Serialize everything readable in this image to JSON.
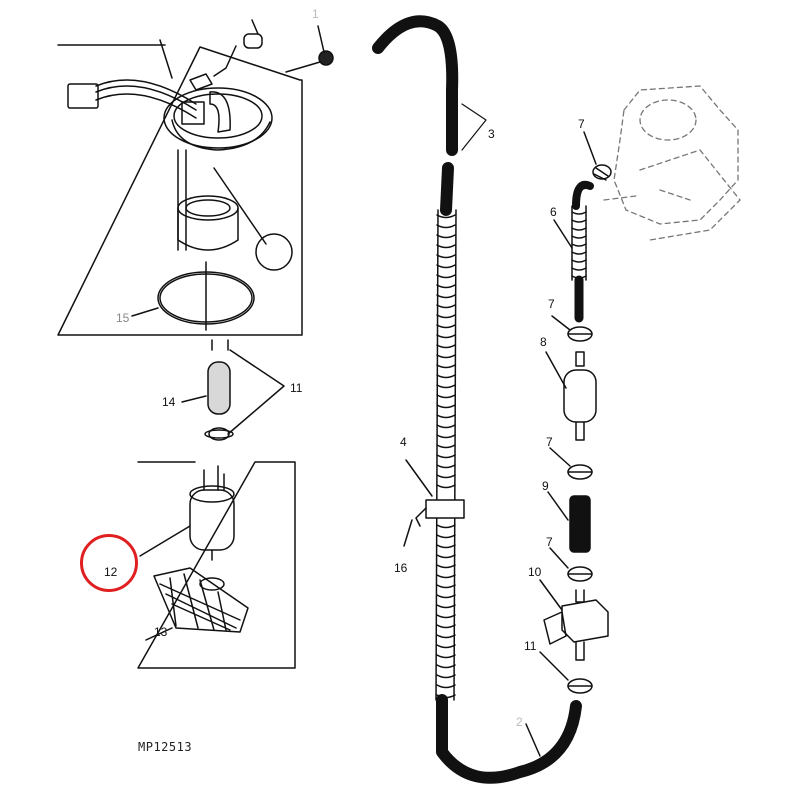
{
  "figure_id": "MP12513",
  "highlight": {
    "part": "12",
    "color": "#e02020"
  },
  "labels": {
    "p1": "1",
    "p2": "2",
    "p3": "3",
    "p4": "4",
    "p6": "6",
    "p7a": "7",
    "p7b": "7",
    "p7c": "7",
    "p7d": "7",
    "p8": "8",
    "p9": "9",
    "p10": "10",
    "p11a": "11",
    "p11b": "11",
    "p12": "12",
    "p13": "13",
    "p14": "14",
    "p15": "15",
    "p16": "16"
  },
  "parts": [
    {
      "id": "1",
      "name": "fuel-hose-clamp-top"
    },
    {
      "id": "2",
      "name": "fuel-line-lower"
    },
    {
      "id": "3",
      "name": "fuel-hose"
    },
    {
      "id": "4",
      "name": "corrugated-conduit"
    },
    {
      "id": "6",
      "name": "corrugated-hose-to-carburetor"
    },
    {
      "id": "7",
      "name": "hose-clamp"
    },
    {
      "id": "8",
      "name": "fuel-filter"
    },
    {
      "id": "9",
      "name": "hose-section"
    },
    {
      "id": "10",
      "name": "fuel-shutoff-solenoid"
    },
    {
      "id": "11",
      "name": "hose-clamp-small"
    },
    {
      "id": "12",
      "name": "fuel-pump"
    },
    {
      "id": "13",
      "name": "fuel-strainer"
    },
    {
      "id": "14",
      "name": "pump-hose"
    },
    {
      "id": "15",
      "name": "o-ring-seal"
    },
    {
      "id": "16",
      "name": "conduit-clip"
    }
  ]
}
